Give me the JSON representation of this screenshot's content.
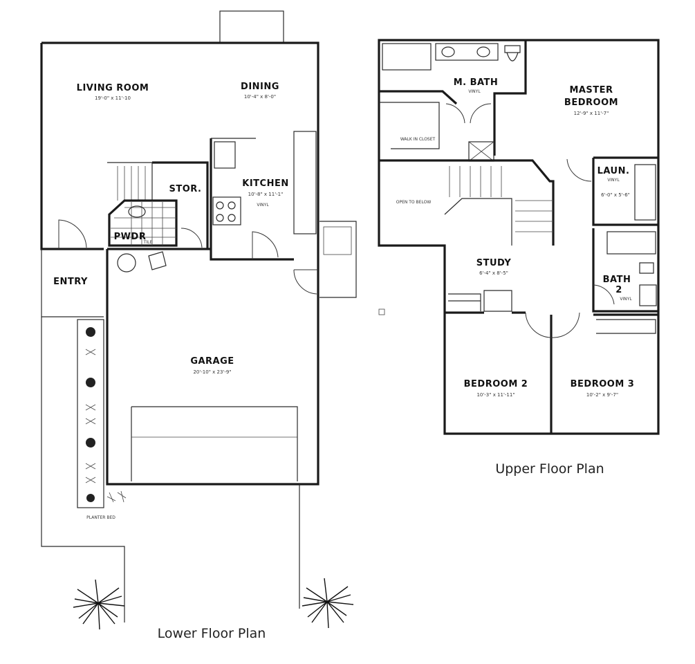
{
  "lower_floor": {
    "caption": "Lower Floor Plan",
    "rooms": {
      "living_room": {
        "name": "LIVING ROOM",
        "dims": "19'-0\" x 11'-10"
      },
      "dining": {
        "name": "DINING",
        "dims": "10'-4\" x 8'-0\""
      },
      "stor": {
        "name": "STOR."
      },
      "kitchen": {
        "name": "KITCHEN",
        "dims": "10'-8\" x 11'-1\"",
        "floor": "VINYL"
      },
      "pwdr": {
        "name": "PWDR",
        "floor": "TILE"
      },
      "entry": {
        "name": "ENTRY"
      },
      "garage": {
        "name": "GARAGE",
        "dims": "20'-10\" x 23'-9\""
      }
    },
    "planter_label": "PLANTER BED"
  },
  "upper_floor": {
    "caption": "Upper Floor Plan",
    "rooms": {
      "m_bath": {
        "name": "M. BATH",
        "floor": "VINYL"
      },
      "master_bedroom": {
        "name_line1": "MASTER",
        "name_line2": "BEDROOM",
        "dims": "12'-9\" x 11'-7\""
      },
      "walk_in_closet": {
        "name": "WALK IN CLOSET"
      },
      "laun": {
        "name": "LAUN.",
        "floor": "VINYL",
        "dims": "6'-0\" x 5'-6\""
      },
      "open_to_below": {
        "name": "OPEN TO BELOW"
      },
      "study": {
        "name": "STUDY",
        "dims": "6'-4\" x 8'-5\""
      },
      "bath2": {
        "name_line1": "BATH",
        "name_line2": "2",
        "floor": "VINYL"
      },
      "bedroom2": {
        "name": "BEDROOM 2",
        "dims": "10'-3\" x 11'-11\""
      },
      "bedroom3": {
        "name": "BEDROOM 3",
        "dims": "10'-2\" x 9'-7\""
      }
    }
  }
}
